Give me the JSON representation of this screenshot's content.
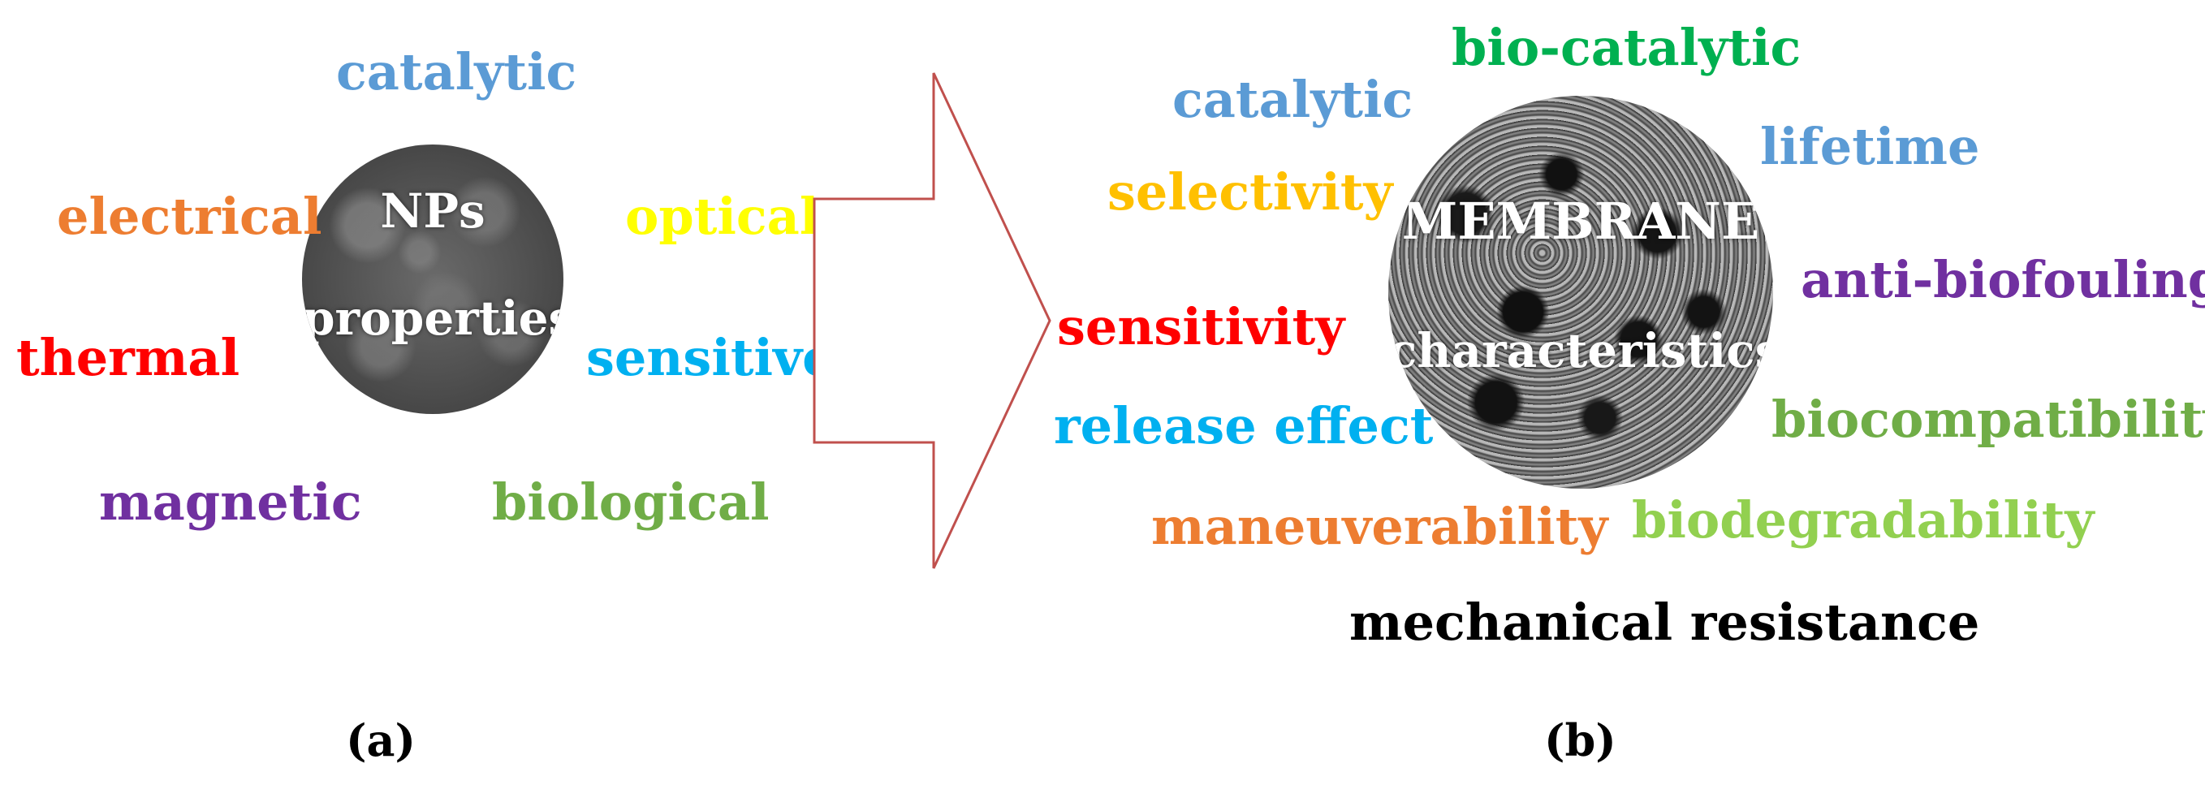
{
  "panel_a": {
    "circle_line1": "NPs",
    "circle_line2": "properties",
    "words": {
      "catalytic": "catalytic",
      "electrical": "electrical",
      "optical": "optical",
      "thermal": "thermal",
      "sensitive": "sensitive",
      "magnetic": "magnetic",
      "biological": "biological"
    },
    "caption": "(a)"
  },
  "panel_b": {
    "circle_line1": "MEMBRANE",
    "circle_line2": "characteristics",
    "words": {
      "bio_catalytic": "bio-catalytic",
      "catalytic": "catalytic",
      "lifetime": "lifetime",
      "selectivity": "selectivity",
      "anti_biofouling": "anti-biofouling",
      "sensitivity": "sensitivity",
      "release_effect": "release effect",
      "biocompatibility": "biocompatibility",
      "maneuverability": "maneuverability",
      "biodegradability": "biodegradability",
      "mechanical_resistance": "mechanical resistance"
    },
    "caption": "(b)"
  },
  "colors": {
    "catalytic": "#5b9bd5",
    "electrical": "#ed7d31",
    "optical": "#ffff00",
    "thermal": "#ff0000",
    "sensitive": "#00b0f0",
    "magnetic": "#7030a0",
    "biological": "#70ad47",
    "bio_catalytic": "#00b050",
    "selectivity": "#ffc000",
    "biodegradability": "#92d050",
    "mechanical_resistance": "#000000",
    "arrow": "#c0504d"
  }
}
